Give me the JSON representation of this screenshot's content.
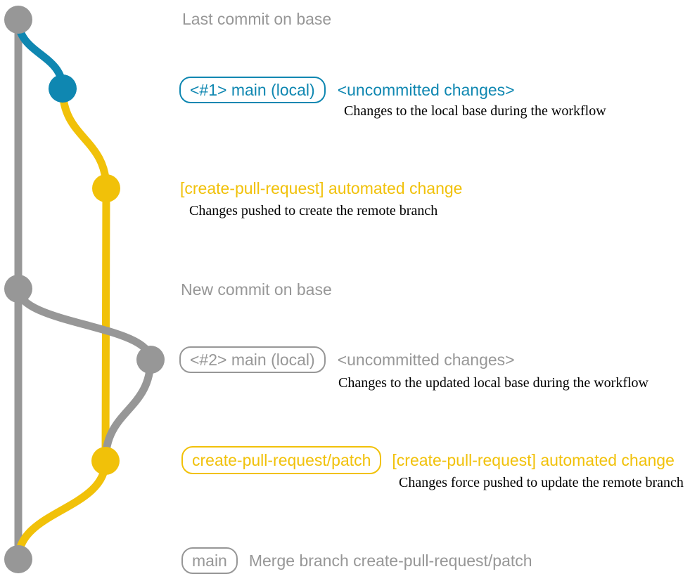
{
  "colors": {
    "gray": "#979797",
    "blue": "#0f87b1",
    "yellow": "#f1c109",
    "description_text": "#000000",
    "background": "#ffffff"
  },
  "annotations": {
    "last_commit_base": "Last commit on base",
    "new_commit_base": "New commit on base"
  },
  "commit1": {
    "branch_badge": "<#1> main (local)",
    "status": "<uncommitted changes>",
    "description": "Changes to the local base during the workflow"
  },
  "push1": {
    "message": "[create-pull-request] automated change",
    "description": "Changes pushed to create the remote branch"
  },
  "commit2": {
    "branch_badge": "<#2> main (local)",
    "status": "<uncommitted changes>",
    "description": "Changes to the updated local base during the workflow"
  },
  "push2": {
    "branch_badge": "create-pull-request/patch",
    "message": "[create-pull-request] automated change",
    "description": "Changes force pushed to update the remote branch"
  },
  "merge": {
    "branch_badge": "main",
    "message": "Merge branch create-pull-request/patch"
  },
  "graph": {
    "branches": [
      {
        "name": "base",
        "color": "#979797"
      },
      {
        "name": "main (local)",
        "color": "#0f87b1"
      },
      {
        "name": "create-pull-request/patch",
        "color": "#f1c109"
      }
    ],
    "commit_dots": [
      {
        "name": "last-commit-on-base",
        "color": "gray"
      },
      {
        "name": "local-main-commit-1",
        "color": "blue"
      },
      {
        "name": "automated-change-commit-1",
        "color": "yellow"
      },
      {
        "name": "new-commit-on-base",
        "color": "gray"
      },
      {
        "name": "local-main-commit-2",
        "color": "gray"
      },
      {
        "name": "automated-change-commit-2",
        "color": "yellow"
      },
      {
        "name": "merge-commit",
        "color": "gray"
      }
    ]
  }
}
